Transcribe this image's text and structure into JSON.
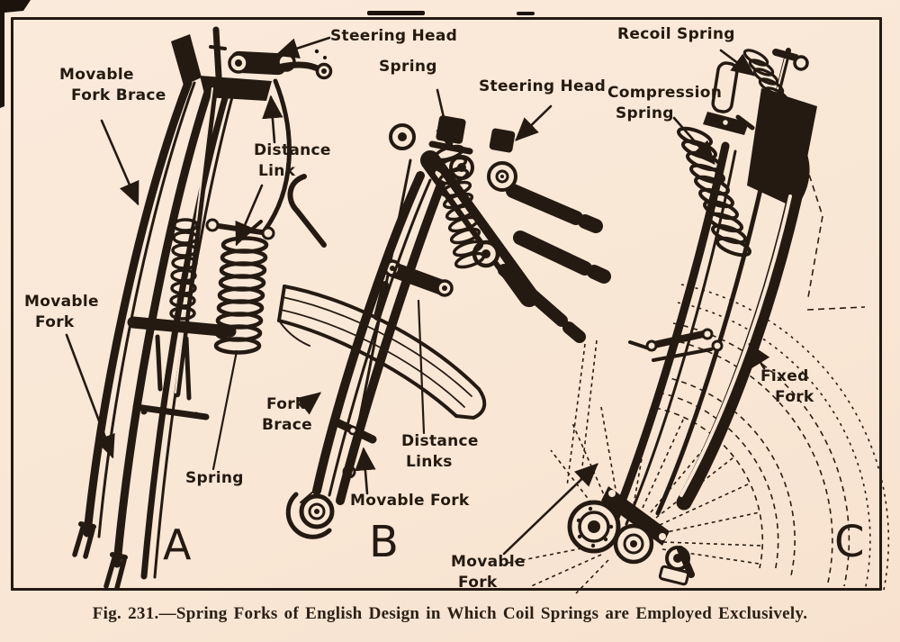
{
  "page": {
    "caption": "Fig. 231.—Spring Forks of English Design in Which Coil Springs are Employed Exclusively.",
    "paper_color": "#f9e7d5",
    "ink_color": "#241a12"
  },
  "figA": {
    "letter": "A",
    "brace": [
      "Movable",
      "Fork Brace"
    ],
    "steering": "Steering Head",
    "distance": [
      "Distance",
      "Link"
    ],
    "fork": [
      "Movable",
      "Fork"
    ],
    "spring": "Spring"
  },
  "figB": {
    "letter": "B",
    "spring": "Spring",
    "steering": "Steering Head",
    "brace": [
      "Fork",
      "Brace"
    ],
    "distance": [
      "Distance",
      "Links"
    ],
    "fork": "Movable Fork"
  },
  "figC": {
    "letter": "C",
    "recoil": "Recoil Spring",
    "compression": [
      "Compression",
      "Spring"
    ],
    "fixed": [
      "Fixed",
      "Fork"
    ],
    "movable": [
      "Movable",
      "Fork"
    ]
  }
}
